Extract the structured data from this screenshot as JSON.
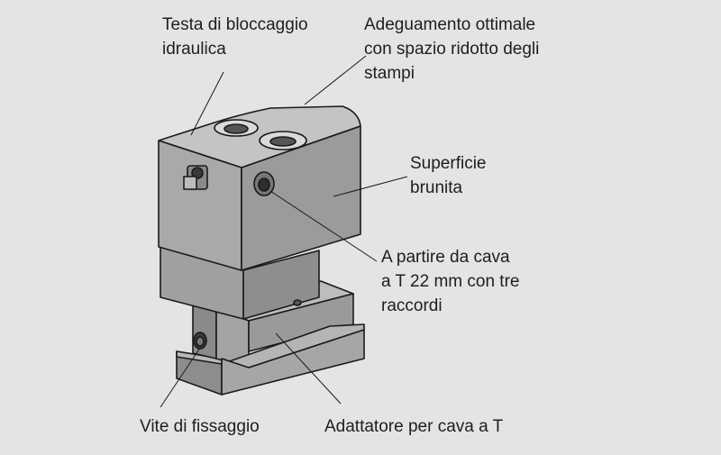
{
  "labels": {
    "hydraulic_head": [
      "Testa di bloccaggio",
      "idraulica"
    ],
    "optimal_adaptation": [
      "Adeguamento ottimale",
      "con spazio ridotto degli",
      "stampi"
    ],
    "burnished_surface": [
      "Superficie",
      "brunita"
    ],
    "tslot": [
      "A partire da cava",
      "a T 22 mm con tre",
      "raccordi"
    ],
    "fixing_screw": "Vite di fissaggio",
    "tslot_adapter": "Adattatore per cava a T"
  },
  "colors": {
    "background": "#e4e4e4",
    "body_front": "#a8a8a8",
    "body_side": "#8f8f8f",
    "body_top": "#c6c6c6",
    "outline": "#1a1a1a",
    "text": "#1e1e1e"
  }
}
